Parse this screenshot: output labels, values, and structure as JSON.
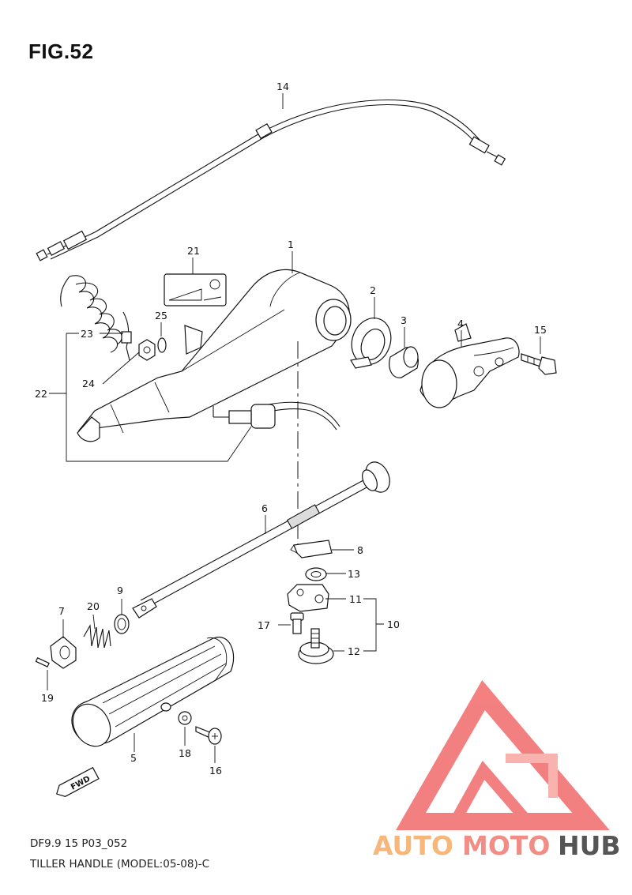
{
  "figure": {
    "title": "FIG.52",
    "code": "DF9.9 15 P03_052",
    "name": "TILLER HANDLE (MODEL:05-08)-C"
  },
  "callouts": [
    "1",
    "2",
    "3",
    "4",
    "5",
    "6",
    "7",
    "8",
    "9",
    "10",
    "11",
    "12",
    "13",
    "14",
    "15",
    "16",
    "17",
    "18",
    "19",
    "20",
    "21",
    "22",
    "23",
    "24",
    "25"
  ],
  "badge": {
    "text": "FWD"
  },
  "watermark": {
    "parts": [
      "AUTO",
      "MOTO",
      "HUB"
    ],
    "colors": {
      "auto": "#f7b77b",
      "moto": "#f28d85",
      "hub": "#555555",
      "triangle": "#f26a6a"
    }
  }
}
